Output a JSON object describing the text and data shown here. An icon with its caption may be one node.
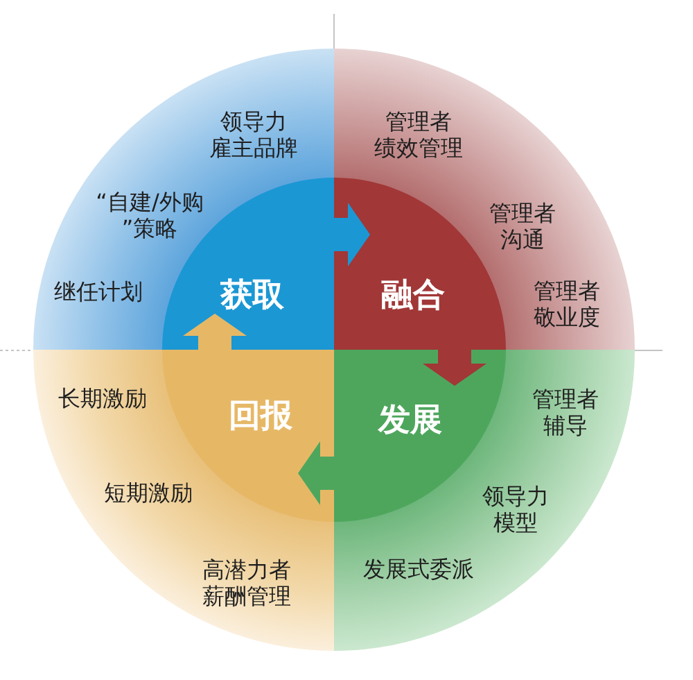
{
  "diagram": {
    "nodes": [
      {
        "text": [
          "领导力雇主品牌",
          "“自建/外购”策略",
          "继任计划"
        ]
      },
      {
        "text": [
          "获取"
        ],
        "in": 0
      },
      {
        "text": [
          "管理者绩效管理",
          "管理者沟通",
          "管理者敬业度"
        ]
      },
      {
        "text": [
          "融合"
        ],
        "in": 2
      },
      {
        "text": [
          "长期激励",
          "短期激励",
          "高潜力者薪酬管理"
        ]
      },
      {
        "text": [
          "回报"
        ],
        "in": 4
      },
      {
        "text": [
          "管理者辅导",
          "领导力模型",
          "发展式委派"
        ]
      },
      {
        "text": [
          "发展"
        ],
        "in": 6
      }
    ],
    "edges": [
      {
        "from": 1,
        "to": 3,
        "arrow": "to",
        "color": "#1b97d4"
      },
      {
        "from": 3,
        "to": 7,
        "arrow": "to",
        "color": "#a13737"
      },
      {
        "from": 7,
        "to": 5,
        "arrow": "to",
        "color": "#4ea65d"
      },
      {
        "from": 5,
        "to": 1,
        "arrow": "to",
        "color": "#e6b866"
      }
    ]
  }
}
